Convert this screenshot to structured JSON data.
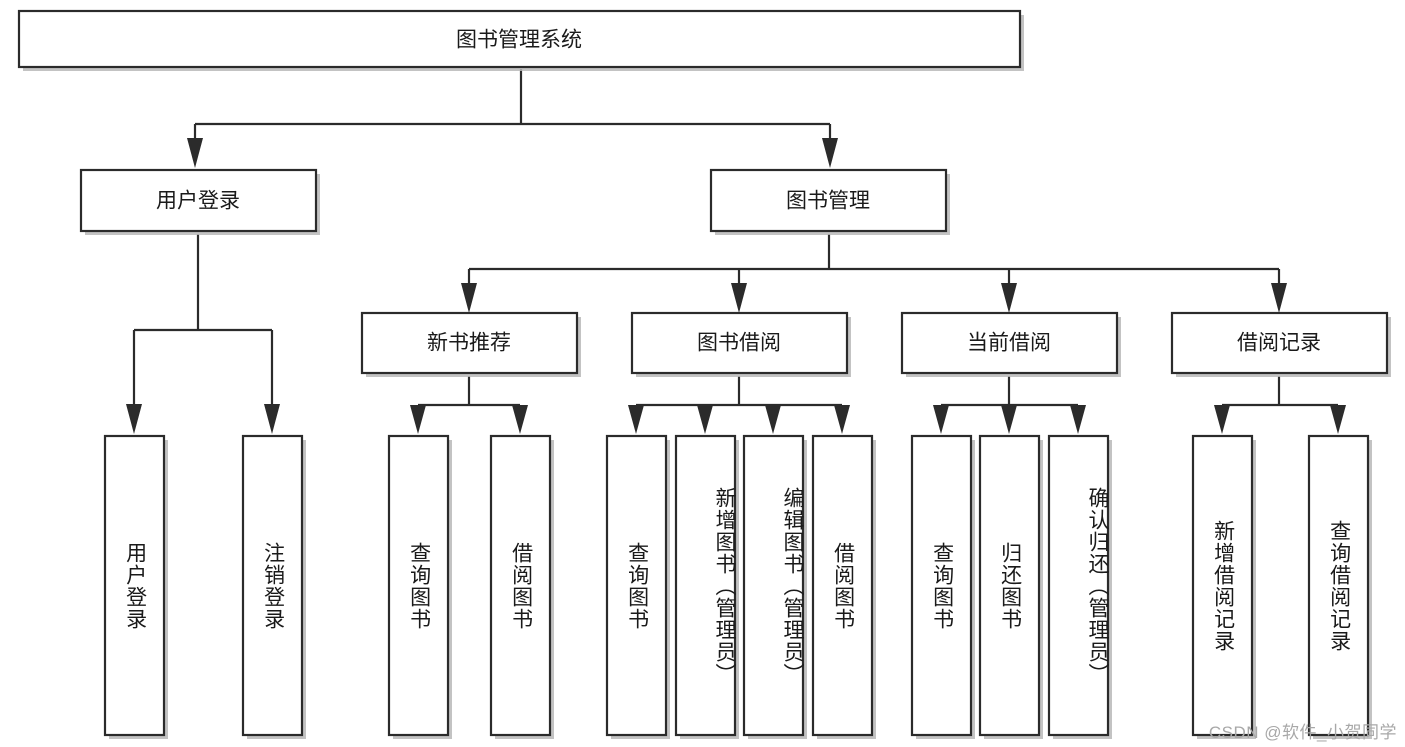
{
  "diagram": {
    "type": "tree-hierarchy",
    "title": "图书管理系统",
    "watermark": "CSDN @软件_小贺同学",
    "colors": {
      "stroke": "#2b2b2b",
      "fill": "#ffffff",
      "shadow": "#b8b8b8",
      "text": "#1a1a1a",
      "watermark": "#a8a8a8"
    },
    "levels": {
      "root": {
        "label": "图书管理系统"
      },
      "level2": [
        {
          "label": "用户登录"
        },
        {
          "label": "图书管理"
        }
      ],
      "level3": [
        {
          "label": "新书推荐"
        },
        {
          "label": "图书借阅"
        },
        {
          "label": "当前借阅"
        },
        {
          "label": "借阅记录"
        }
      ],
      "leaves": {
        "user_login": [
          {
            "label": "用户登录"
          },
          {
            "label": "注销登录"
          }
        ],
        "new_book": [
          {
            "label": "查询图书"
          },
          {
            "label": "借阅图书"
          }
        ],
        "book_borrow": [
          {
            "label": "查询图书"
          },
          {
            "label": "新增图书（管理员）"
          },
          {
            "label": "编辑图书（管理员）"
          },
          {
            "label": "借阅图书"
          }
        ],
        "current_borrow": [
          {
            "label": "查询图书"
          },
          {
            "label": "归还图书"
          },
          {
            "label": "确认归还（管理员）"
          }
        ],
        "borrow_record": [
          {
            "label": "新增借阅记录"
          },
          {
            "label": "查询借阅记录"
          }
        ]
      }
    }
  }
}
